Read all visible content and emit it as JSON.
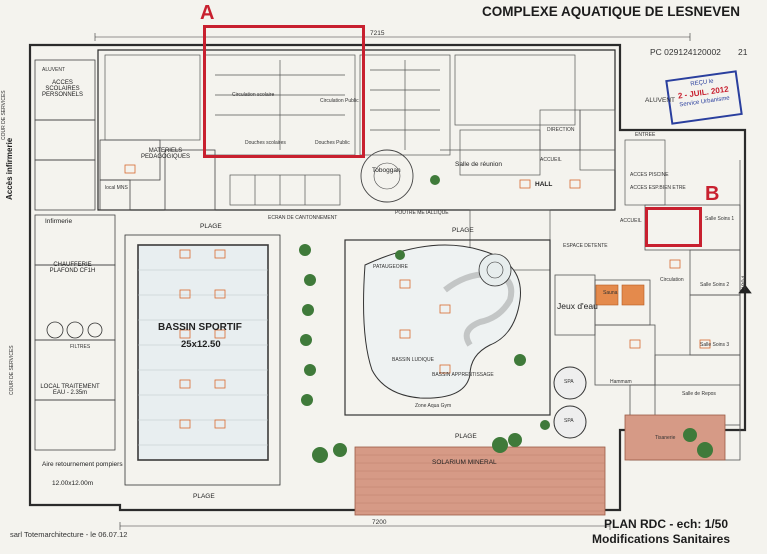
{
  "header": {
    "title": "COMPLEXE AQUATIQUE DE LESNEVEN",
    "doc_code": "PC 029124120002",
    "doc_code_suffix": "21"
  },
  "markers": {
    "a_label": "A",
    "b_label": "B",
    "color": "#c8202f"
  },
  "dimensions": {
    "top": "7215",
    "bottom": "7200",
    "right": "4894"
  },
  "stamp": {
    "line1": "REÇU le",
    "line2": "2 - JUIL. 2012",
    "line3": "Service Urbanisme",
    "color": "#2a3f9e"
  },
  "rooms": {
    "acces_infirmerie": "Accès infirmerie",
    "cour_de_services": "COUR DE SERVICES",
    "acces_scolaires": "ACCES SCOLAIRES PERSONNELS",
    "aluvent": "ALUVENT",
    "aluvent_right": "ALUVENT",
    "materiels": "MATERIELS PEDAGOGIQUES",
    "local_mns": "local MNS",
    "infirmerie": "Infirmerie",
    "chaufferie": "CHAUFFERIE PLAFOND CF1H",
    "filtres": "FILTRES",
    "local_traitement": "LOCAL TRAITEMENT EAU - 2.35m",
    "cour_services_left": "COUR DE SERVICES",
    "aire_retournement": "Aire retournement pompiers",
    "aire_dims": "12.00x12.00m",
    "douches_scolaires": "Douches scolaires",
    "douches_public": "Douches Public",
    "circ_scolaire": "Circulation scolaire",
    "circ_public": "Circulation Public",
    "toboggan": "Toboggan",
    "salle_reunion": "Salle de réunion",
    "hall": "HALL",
    "accueil": "ACCUEIL",
    "accueil2": "ACCUEIL",
    "direction": "DIRECTION",
    "acces_piscine": "ACCES PISCINE",
    "acces_espace_bienetre": "ACCES ESP.BIEN ETRE",
    "entree": "ENTREE",
    "espace_detente": "ESPACE DETENTE",
    "salle_soins1": "Salle Soins 1",
    "salle_soins2": "Salle Soins 2",
    "salle_soins3": "Salle Soins 3",
    "circulation": "Circulation",
    "jeux_deau": "Jeux d'eau",
    "sauna": "Sauna",
    "hammam": "Hammam",
    "spa": "SPA",
    "spa2": "SPA",
    "salle_repos": "Salle de Repos",
    "tisanerie": "Tisanerie",
    "bassin_sportif": "BASSIN SPORTIF",
    "bassin_sportif_dims": "25x12.50",
    "plage": "PLAGE",
    "plage_bottom": "PLAGE",
    "plage_middle": "PLAGE",
    "plage_right": "PLAGE",
    "solarium": "SOLARIUM MINERAL",
    "bassin_ludique": "BASSIN LUDIQUE",
    "bassin_apprentissage": "BASSIN APPRENTISSAGE",
    "pataugeoire": "PATAUGEOIRE",
    "ecran": "ECRAN DE CANTONNEMENT",
    "zone_aqua_gym": "Zone Aqua Gym",
    "poutre": "POUTRE METALLIQUE"
  },
  "footer": {
    "architect": "sarl Totemarchitecture - le 06.07.12",
    "plan_title": "PLAN RDC - ech: 1/50",
    "plan_subtitle": "Modifications Sanitaires"
  }
}
